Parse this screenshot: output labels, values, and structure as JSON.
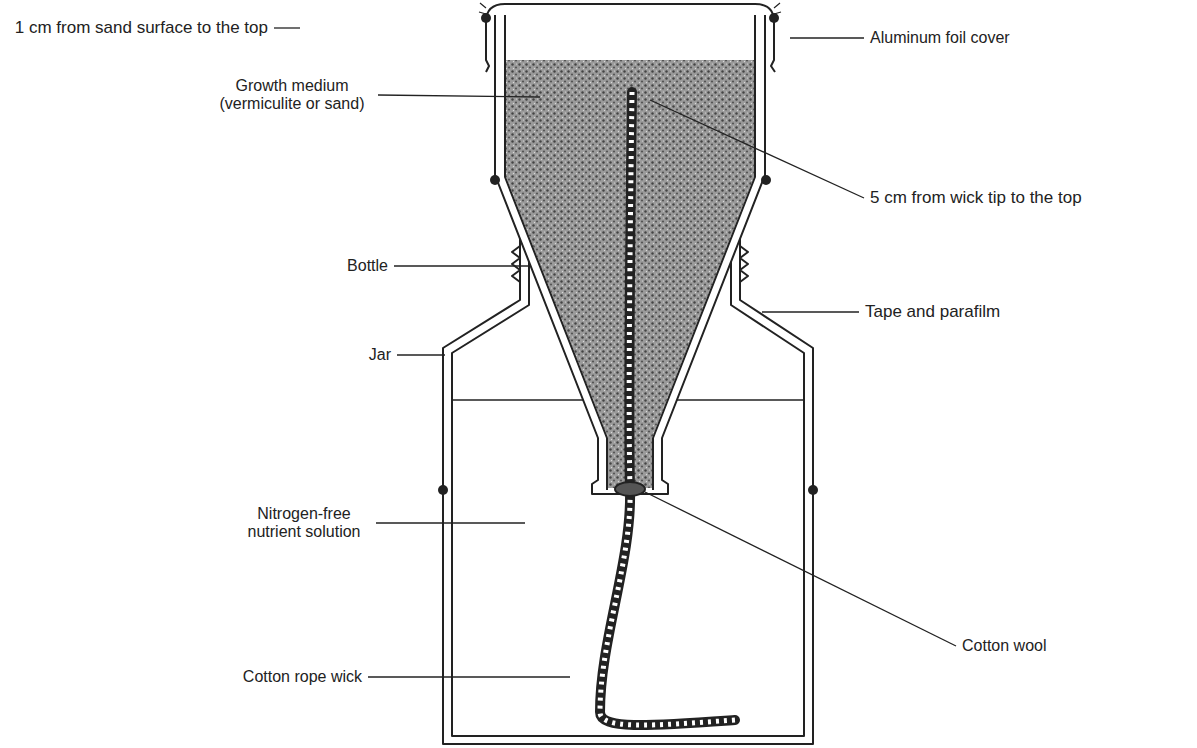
{
  "diagram": {
    "labels": [
      "1 cm from sand surface to the top",
      "Aluminum foil cover",
      "Growth medium (vermiculite or sand)",
      "5 cm from wick tip to the top",
      "Bottle",
      "Jar",
      "Tape and parafilm",
      "Nitrogen-free nutrient solution",
      "Cotton wool",
      "Cotton rope wick"
    ]
  }
}
